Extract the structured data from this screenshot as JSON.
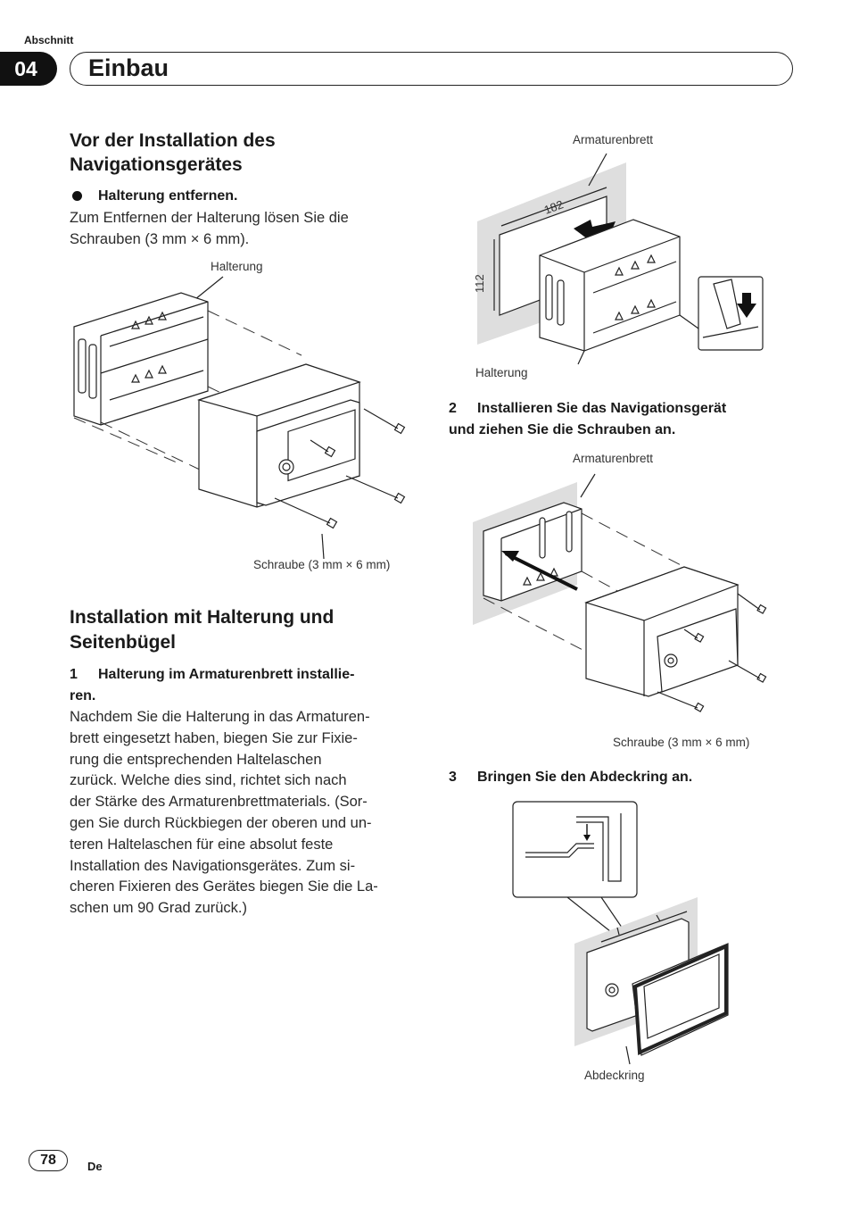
{
  "header": {
    "section_label": "Abschnitt",
    "chapter_number": "04",
    "chapter_title": "Einbau"
  },
  "left": {
    "section1_title_line1": "Vor der Installation des",
    "section1_title_line2": "Navigationsgerätes",
    "bullet_heading": "Halterung entfernen.",
    "bullet_body_line1": "Zum Entfernen der Halterung lösen Sie die",
    "bullet_body_line2": "Schrauben (3 mm × 6 mm).",
    "fig1_label_top": "Halterung",
    "fig1_label_bottom": "Schraube (3 mm × 6 mm)",
    "section2_title_line1": "Installation mit Halterung und",
    "section2_title_line2": "Seitenbügel",
    "step1_number": "1",
    "step1_heading_line1": "Halterung im Armaturenbrett installie-",
    "step1_heading_line2": "ren.",
    "step1_body": [
      "Nachdem Sie die Halterung in das Armaturen-",
      "brett eingesetzt haben, biegen Sie zur Fixie-",
      "rung die entsprechenden Haltelaschen",
      "zurück. Welche dies sind, richtet sich nach",
      "der Stärke des Armaturenbrettmaterials. (Sor-",
      "gen Sie durch Rückbiegen der oberen und un-",
      "teren Haltelaschen für eine absolut feste",
      "Installation des Navigationsgerätes. Zum si-",
      "cheren Fixieren des Gerätes biegen Sie die La-",
      "schen um 90 Grad zurück.)"
    ]
  },
  "right": {
    "fig2_label_top": "Armaturenbrett",
    "fig2_dim_width": "182",
    "fig2_dim_height": "112",
    "fig2_label_bottom": "Halterung",
    "step2_number": "2",
    "step2_heading_line1": "Installieren Sie das Navigationsgerät",
    "step2_heading_line2": "und ziehen Sie die Schrauben an.",
    "fig3_label_top": "Armaturenbrett",
    "fig3_label_bottom": "Schraube (3 mm × 6 mm)",
    "step3_number": "3",
    "step3_heading": "Bringen Sie den Abdeckring an.",
    "fig4_label_bottom": "Abdeckring"
  },
  "footer": {
    "page_number": "78",
    "language_code": "De"
  }
}
